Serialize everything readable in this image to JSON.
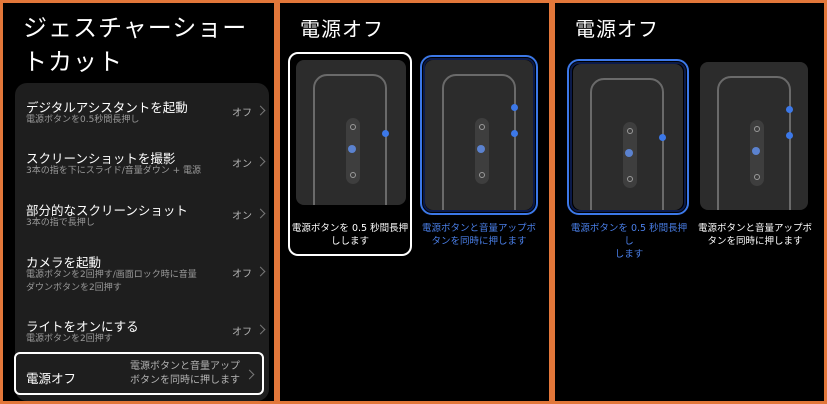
{
  "settings": {
    "title": "ジェスチャーショートカット",
    "items": [
      {
        "title": "デジタルアシスタントを起動",
        "subtitle": [
          "電源ボタンを0.5秒間長押し"
        ],
        "value": "オフ"
      },
      {
        "title": "スクリーンショットを撮影",
        "subtitle": [
          "3本の指を下にスライド/音量ダウン + 電源"
        ],
        "value": "オン"
      },
      {
        "title": "部分的なスクリーンショット",
        "subtitle": [
          "3本の指で長押し"
        ],
        "value": "オン"
      },
      {
        "title": "カメラを起動",
        "subtitle": [
          "電源ボタンを2回押す/画面ロック時に音量",
          "ダウンボタンを2回押す"
        ],
        "value": "オフ"
      },
      {
        "title": "ライトをオンにする",
        "subtitle": [
          "電源ボタンを2回押す"
        ],
        "value": "オフ"
      }
    ],
    "selected": {
      "title": "電源オフ",
      "value": [
        "電源ボタンと音量アップ",
        "ボタンを同時に押します"
      ]
    }
  },
  "power_off_a": {
    "title": "電源オフ",
    "option1": [
      "電源ボタンを 0.5 秒間長押",
      "しします"
    ],
    "option2": [
      "電源ボタンと音量アップボ",
      "タンを同時に押します"
    ]
  },
  "power_off_b": {
    "title": "電源オフ",
    "option1": [
      "電源ボタンを 0.5 秒間長押し",
      "します"
    ],
    "option2": [
      "電源ボタンと音量アップボ",
      "タンを同時に押します"
    ]
  },
  "colors": {
    "accent_orange": "#e2773a",
    "selection_blue": "#3c78e8",
    "caption_blue": "#4a7fe8"
  }
}
